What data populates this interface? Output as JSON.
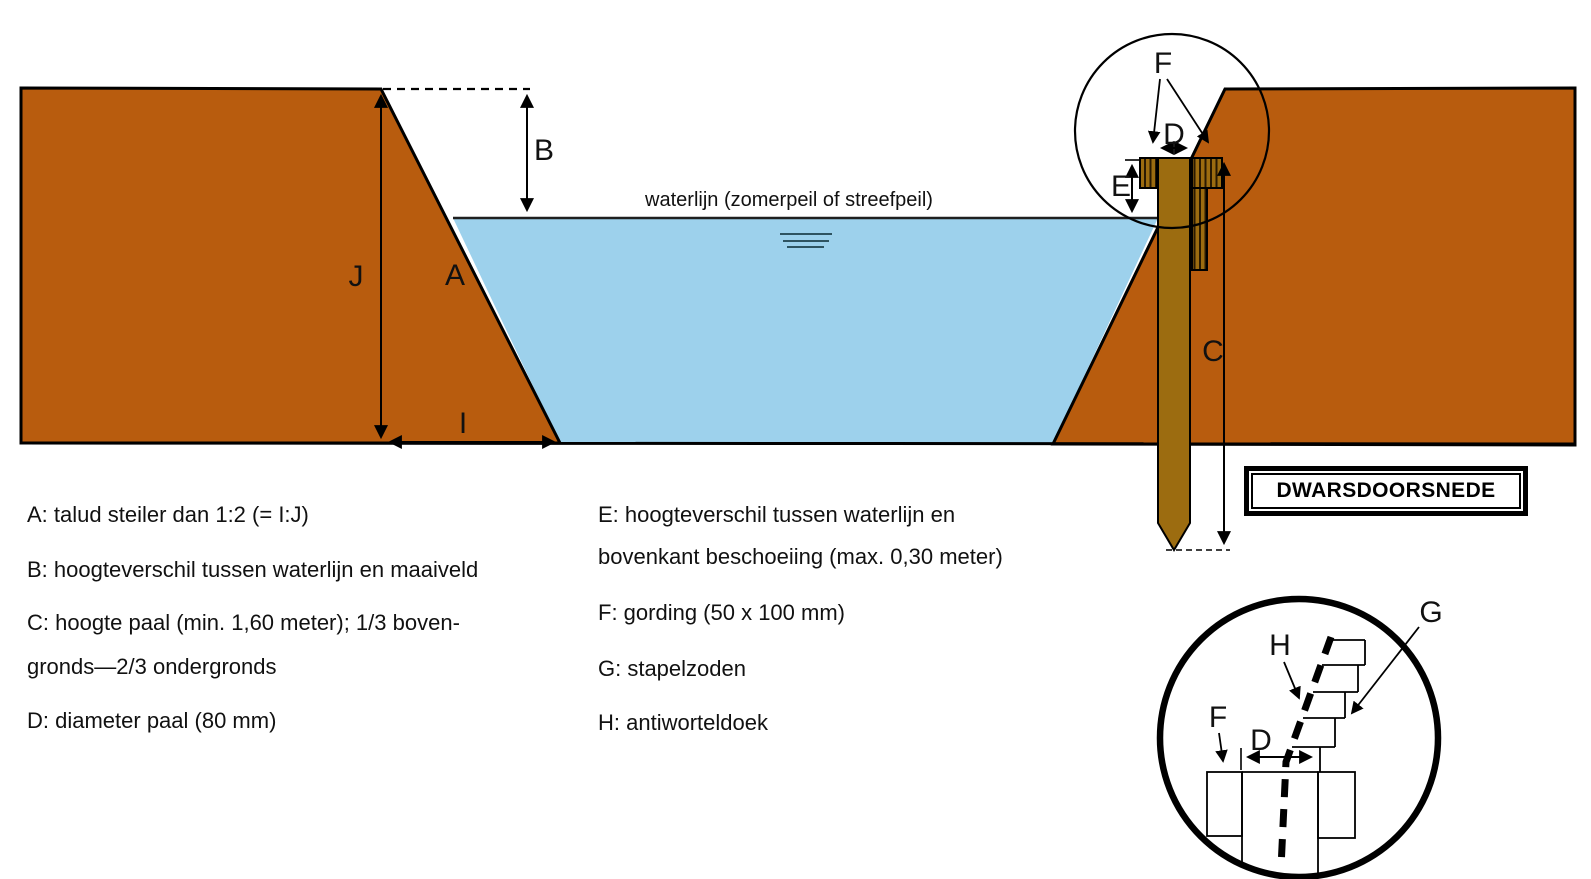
{
  "title_box": {
    "label": "DWARSDOORSNEDE"
  },
  "diagram": {
    "waterline_label": "waterlijn (zomerpeil of streefpeil)",
    "markers": {
      "A": "A",
      "B": "B",
      "C": "C",
      "D": "D",
      "E": "E",
      "F": "F",
      "I": "I",
      "J": "J"
    },
    "detail_markers": {
      "D": "D",
      "F": "F",
      "G": "G",
      "H": "H"
    },
    "colors": {
      "soil": "#B85C0E",
      "water": "#9DD1EC",
      "wood": "#9C6C10",
      "waterline": "#1F1F1F",
      "ripples": "#2E5360",
      "line": "#000000"
    }
  },
  "legend": {
    "left": [
      {
        "key": "A",
        "lines": [
          "A: talud steiler dan 1:2 (= I:J)"
        ]
      },
      {
        "key": "B",
        "lines": [
          "B: hoogteverschil tussen waterlijn en maaiveld"
        ]
      },
      {
        "key": "C",
        "lines": [
          "C: hoogte paal (min. 1,60 meter); 1/3 boven-",
          "gronds—2/3 ondergronds"
        ]
      },
      {
        "key": "D",
        "lines": [
          "D: diameter paal (80 mm)"
        ]
      }
    ],
    "right": [
      {
        "key": "E",
        "lines": [
          "E: hoogteverschil tussen waterlijn en",
          "bovenkant beschoeiing (max. 0,30 meter)"
        ]
      },
      {
        "key": "F",
        "lines": [
          "F: gording (50 x 100 mm)"
        ]
      },
      {
        "key": "G",
        "lines": [
          "G: stapelzoden"
        ]
      },
      {
        "key": "H",
        "lines": [
          "H: antiworteldoek"
        ]
      }
    ]
  }
}
